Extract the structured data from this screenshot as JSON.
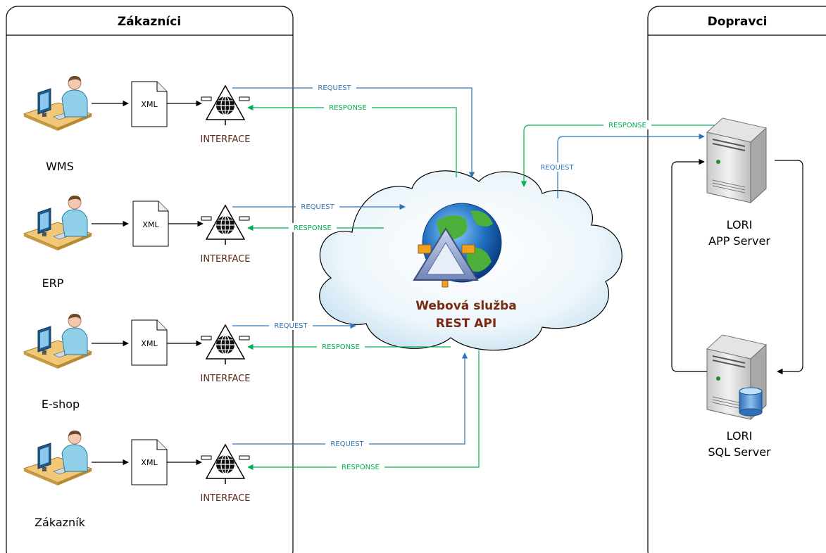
{
  "lanes": {
    "customers_title": "Zákazníci",
    "carriers_title": "Dopravci"
  },
  "customers": [
    {
      "label": "WMS",
      "doc": "XML",
      "interface": "INTERFACE",
      "request": "REQUEST",
      "response": "RESPONSE"
    },
    {
      "label": "ERP",
      "doc": "XML",
      "interface": "INTERFACE",
      "request": "REQUEST",
      "response": "RESPONSE"
    },
    {
      "label": "E-shop",
      "doc": "XML",
      "interface": "INTERFACE",
      "request": "REQUEST",
      "response": "RESPONSE"
    },
    {
      "label": "Zákazník",
      "doc": "XML",
      "interface": "INTERFACE",
      "request": "REQUEST",
      "response": "RESPONSE"
    }
  ],
  "service": {
    "line1": "Webová služba",
    "line2": "REST API"
  },
  "carrier_link": {
    "request": "REQUEST",
    "response": "RESPONSE"
  },
  "servers": {
    "app_line1": "LORI",
    "app_line2": "APP Server",
    "sql_line1": "LORI",
    "sql_line2": "SQL Server"
  },
  "colors": {
    "request": "#2e75b6",
    "response": "#00b050",
    "interface_text": "#5a2a1a",
    "service_text": "#7a2a10"
  },
  "icons": {
    "user": "user-at-computer-icon",
    "document": "xml-document-icon",
    "interface": "interface-globe-triangle-icon",
    "cloud": "cloud-icon",
    "web_service": "web-service-globe-icon",
    "app_server": "server-tower-icon",
    "sql_server": "database-server-icon"
  }
}
